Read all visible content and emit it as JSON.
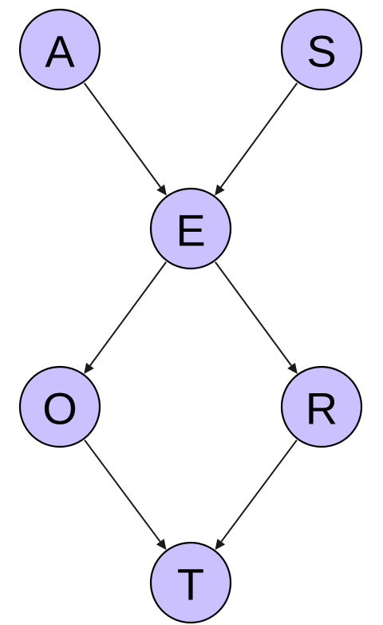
{
  "diagram": {
    "type": "directed-graph",
    "nodes": [
      {
        "id": "A",
        "label": "A"
      },
      {
        "id": "S",
        "label": "S"
      },
      {
        "id": "E",
        "label": "E"
      },
      {
        "id": "O",
        "label": "O"
      },
      {
        "id": "R",
        "label": "R"
      },
      {
        "id": "T",
        "label": "T"
      }
    ],
    "edges": [
      {
        "from": "A",
        "to": "E"
      },
      {
        "from": "S",
        "to": "E"
      },
      {
        "from": "E",
        "to": "O"
      },
      {
        "from": "E",
        "to": "R"
      },
      {
        "from": "O",
        "to": "T"
      },
      {
        "from": "R",
        "to": "T"
      }
    ],
    "colors": {
      "node_fill": "#ccc1ff",
      "node_stroke": "#000000",
      "edge": "#1a1a1a",
      "label": "#000000"
    }
  }
}
